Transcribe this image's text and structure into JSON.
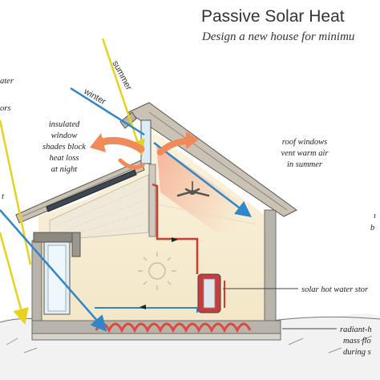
{
  "header": {
    "title": "Passive Solar Heat",
    "subtitle": "Design a new house for minimu"
  },
  "sun_paths": {
    "summer": "summer",
    "winter": "winter"
  },
  "labels": {
    "left_cut_1": "ater",
    "left_cut_2": "ors",
    "left_cut_3": "t",
    "shades": [
      "insulated",
      "window",
      "shades block",
      "heat loss",
      "at night"
    ],
    "roof_windows": [
      "roof windows",
      "vent warm air",
      "in summer"
    ],
    "right_cut_1": "ı",
    "right_cut_2": "b",
    "solar_hot_water": "solar hot water stor",
    "radiant": [
      "radiant-h",
      "mass flo",
      "during s"
    ]
  },
  "colors": {
    "summer_ray": "#e8d21e",
    "winter_ray": "#2f86c8",
    "warm_air": "#f08a5a",
    "warm_gradient": "#f4a081",
    "pipe": "#d23a2a",
    "floor_heat": "#e0483a",
    "wall": "#b9b4ab",
    "roof": "#c9c2b5"
  }
}
